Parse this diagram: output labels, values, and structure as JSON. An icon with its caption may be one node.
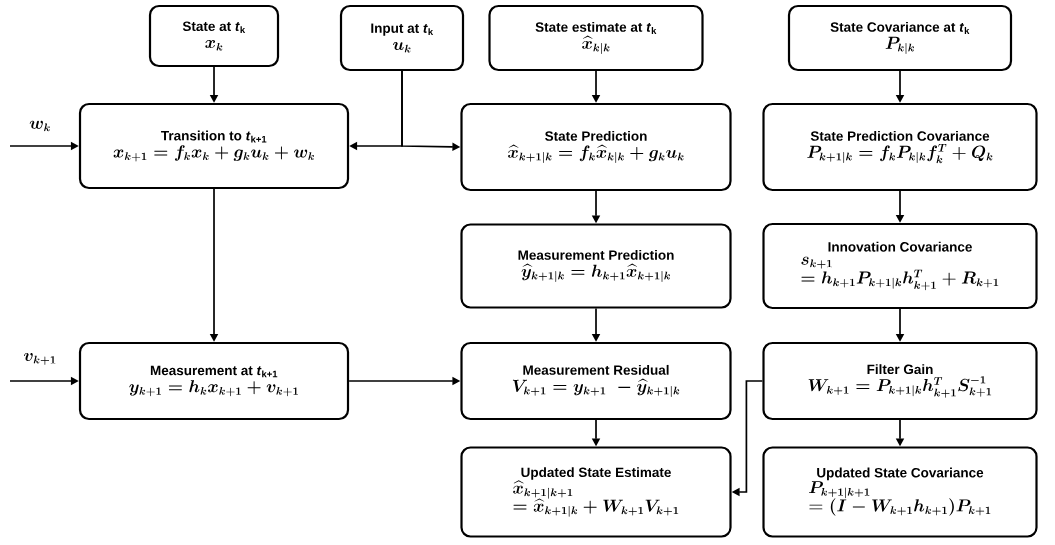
{
  "diagram": {
    "nodes": [
      {
        "text": [
          "State at *t*$_{k}$",
          "x_k"
        ]
      },
      {
        "text": [
          "Input at *t*$_{k}$",
          "u_k"
        ]
      },
      {
        "text": [
          "State estimate at *t*$_{k}$",
          "\\widehat{x}_{k|k}"
        ]
      },
      {
        "text": [
          "State Covariance at *t*$_{k}$",
          "P_{k|k}"
        ]
      },
      {
        "text": [
          "Transition to *t*$_{k+1}$",
          "x_{k+1} = f_k x_k + g_k u_k + w_k"
        ]
      },
      {
        "text": [
          "State Prediction",
          "\\widehat{x}_{k+1|k} = f_k \\widehat{x}_{k|k} + g_k u_k"
        ]
      },
      {
        "text": [
          "State Prediction Covariance",
          "P_{k+1|k} = f_k P_{k|k} f_k^T + Q_k"
        ]
      },
      {
        "text": [
          "Measurement Prediction",
          "\\widehat{y}_{k+1|k} = h_{k+1} \\widehat{x}_{k+1|k}"
        ]
      },
      {
        "text": [
          "Innovation Covariance",
          "s_{k+1}",
          "= h_{k+1} P_{k+1|k} h_{k+1}^T + R_{k+1}"
        ]
      },
      {
        "text": [
          "Measurement at *t*$_{k+1}$",
          "y_{k+1} = h_k x_{k+1} + v_{k+1}"
        ]
      },
      {
        "text": [
          "Measurement Residual",
          "V_{k+1} = y_{k+1} \\; - \\widehat{y}_{k+1|k}"
        ]
      },
      {
        "text": [
          "Filter Gain",
          "W_{k+1} = P_{k+1|k} h_{k+1}^T S_{k+1}^{-1}"
        ]
      },
      {
        "text": [
          "Updated State Estimate",
          "\\widehat{x}_{k+1|k+1}",
          "= \\widehat{x}_{k+1|k} + W_{k+1} V_{k+1}"
        ]
      },
      {
        "text": [
          "Updated State Covariance",
          "P_{k+1|k+1}",
          "= (I - W_{k+1} h_{k+1}) P_{k+1}"
        ]
      }
    ],
    "edges": [
      {
        "from": 0,
        "to": 4,
        "arrow": "to"
      },
      {
        "from": null,
        "to": 4,
        "arrow": "to",
        "label": "w_k"
      },
      {
        "from": 1,
        "to": 4,
        "arrow": "to"
      },
      {
        "from": 1,
        "to": 5,
        "arrow": "to"
      },
      {
        "from": 2,
        "to": 5,
        "arrow": "to"
      },
      {
        "from": 3,
        "to": 6,
        "arrow": "to"
      },
      {
        "from": 4,
        "to": 9,
        "arrow": "to"
      },
      {
        "from": 5,
        "to": 7,
        "arrow": "to"
      },
      {
        "from": 6,
        "to": 8,
        "arrow": "to"
      },
      {
        "from": null,
        "to": 9,
        "arrow": "to",
        "label": "v_{k+1}"
      },
      {
        "from": 9,
        "to": 10,
        "arrow": "to"
      },
      {
        "from": 7,
        "to": 10,
        "arrow": "to"
      },
      {
        "from": 8,
        "to": 11,
        "arrow": "to"
      },
      {
        "from": 10,
        "to": 12,
        "arrow": "to"
      },
      {
        "from": 11,
        "to": 12,
        "arrow": "to"
      },
      {
        "from": 11,
        "to": 13,
        "arrow": "to"
      }
    ]
  }
}
